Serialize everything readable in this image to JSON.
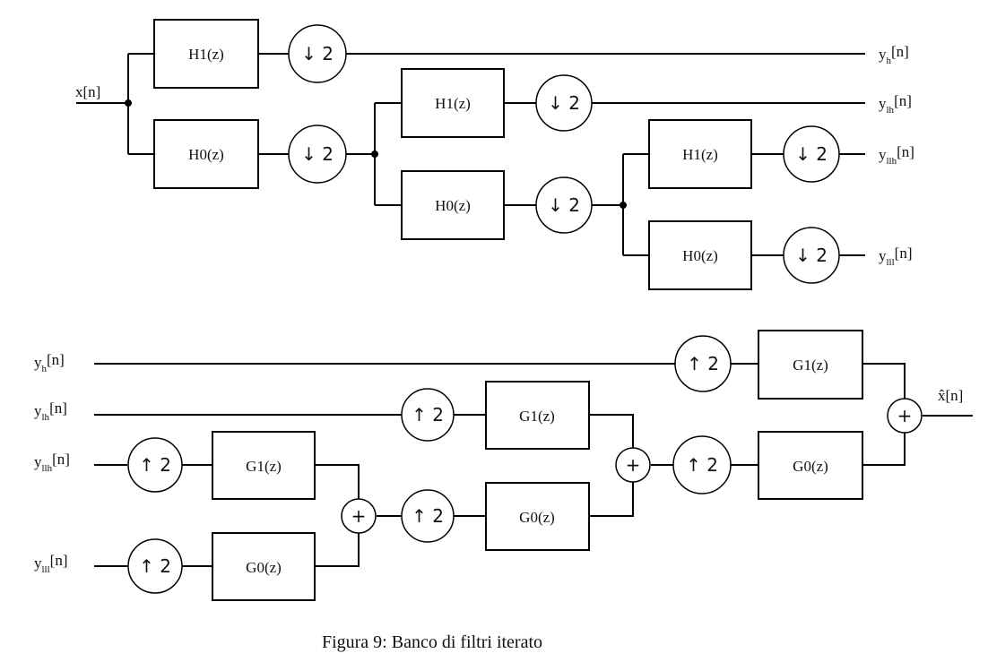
{
  "analysis": {
    "input": {
      "base": "x",
      "sub": "",
      "arg": "[n]"
    },
    "outputs": [
      {
        "base": "y",
        "sub": "h",
        "arg": "[n]"
      },
      {
        "base": "y",
        "sub": "lh",
        "arg": "[n]"
      },
      {
        "base": "y",
        "sub": "llh",
        "arg": "[n]"
      },
      {
        "base": "y",
        "sub": "lll",
        "arg": "[n]"
      }
    ],
    "filters": [
      "H1(z)",
      "H0(z)",
      "H1(z)",
      "H0(z)",
      "H1(z)",
      "H0(z)"
    ],
    "downsamplers": [
      "↓ 2",
      "↓ 2",
      "↓ 2",
      "↓ 2",
      "↓ 2",
      "↓ 2"
    ]
  },
  "synthesis": {
    "inputs": [
      {
        "base": "y",
        "sub": "h",
        "arg": "[n]"
      },
      {
        "base": "y",
        "sub": "lh",
        "arg": "[n]"
      },
      {
        "base": "y",
        "sub": "llh",
        "arg": "[n]"
      },
      {
        "base": "y",
        "sub": "lll",
        "arg": "[n]"
      }
    ],
    "output": {
      "base": "x̂",
      "sub": "",
      "arg": "[n]"
    },
    "filters": [
      "G1(z)",
      "G1(z)",
      "G1(z)",
      "G0(z)",
      "G0(z)",
      "G0(z)"
    ],
    "upsamplers": [
      "↑ 2",
      "↑ 2",
      "↑ 2",
      "↑ 2",
      "↑ 2",
      "↑ 2"
    ],
    "adders": [
      "+",
      "+",
      "+"
    ]
  },
  "caption": "Figura 9: Banco di filtri iterato"
}
